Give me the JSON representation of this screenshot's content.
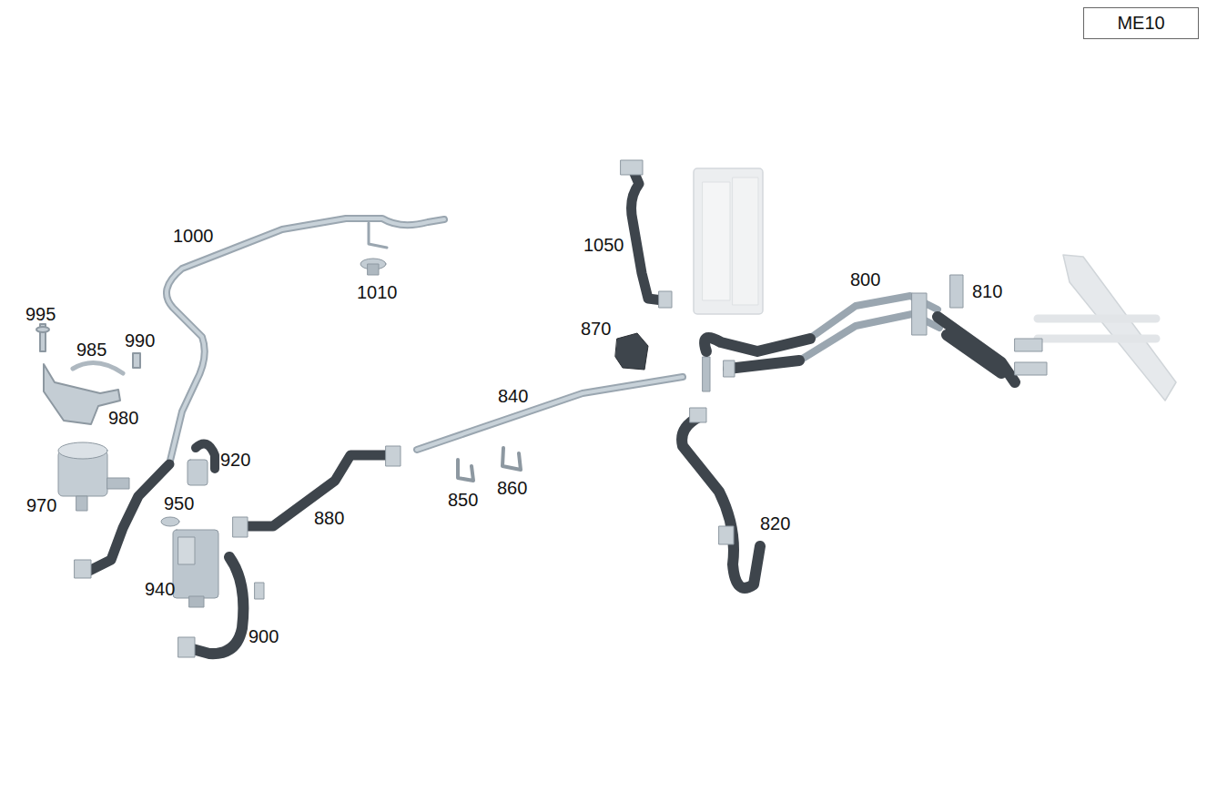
{
  "diagram": {
    "nodes": [
      {
        "text": [
          "ME10"
        ]
      }
    ],
    "labels": [
      "1000",
      "1010",
      "1050",
      "995",
      "985",
      "990",
      "800",
      "810",
      "870",
      "980",
      "840",
      "920",
      "970",
      "950",
      "850",
      "860",
      "880",
      "820",
      "940",
      "900"
    ]
  }
}
